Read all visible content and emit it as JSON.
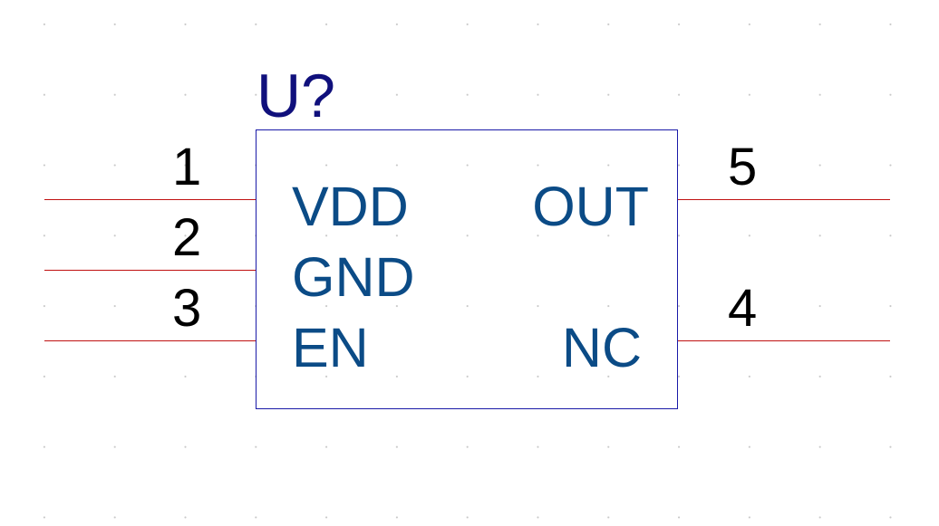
{
  "component": {
    "reference": "U?",
    "left_pins": [
      {
        "number": "1",
        "name": "VDD"
      },
      {
        "number": "2",
        "name": "GND"
      },
      {
        "number": "3",
        "name": "EN"
      }
    ],
    "right_pins": [
      {
        "number": "5",
        "name": "OUT"
      },
      {
        "number": "4",
        "name": "NC"
      }
    ]
  },
  "colors": {
    "wire": "#c01010",
    "body_outline": "#1a1aa8",
    "pin_name": "#0b4b86",
    "reference": "#10107c",
    "pin_number": "#000000"
  }
}
